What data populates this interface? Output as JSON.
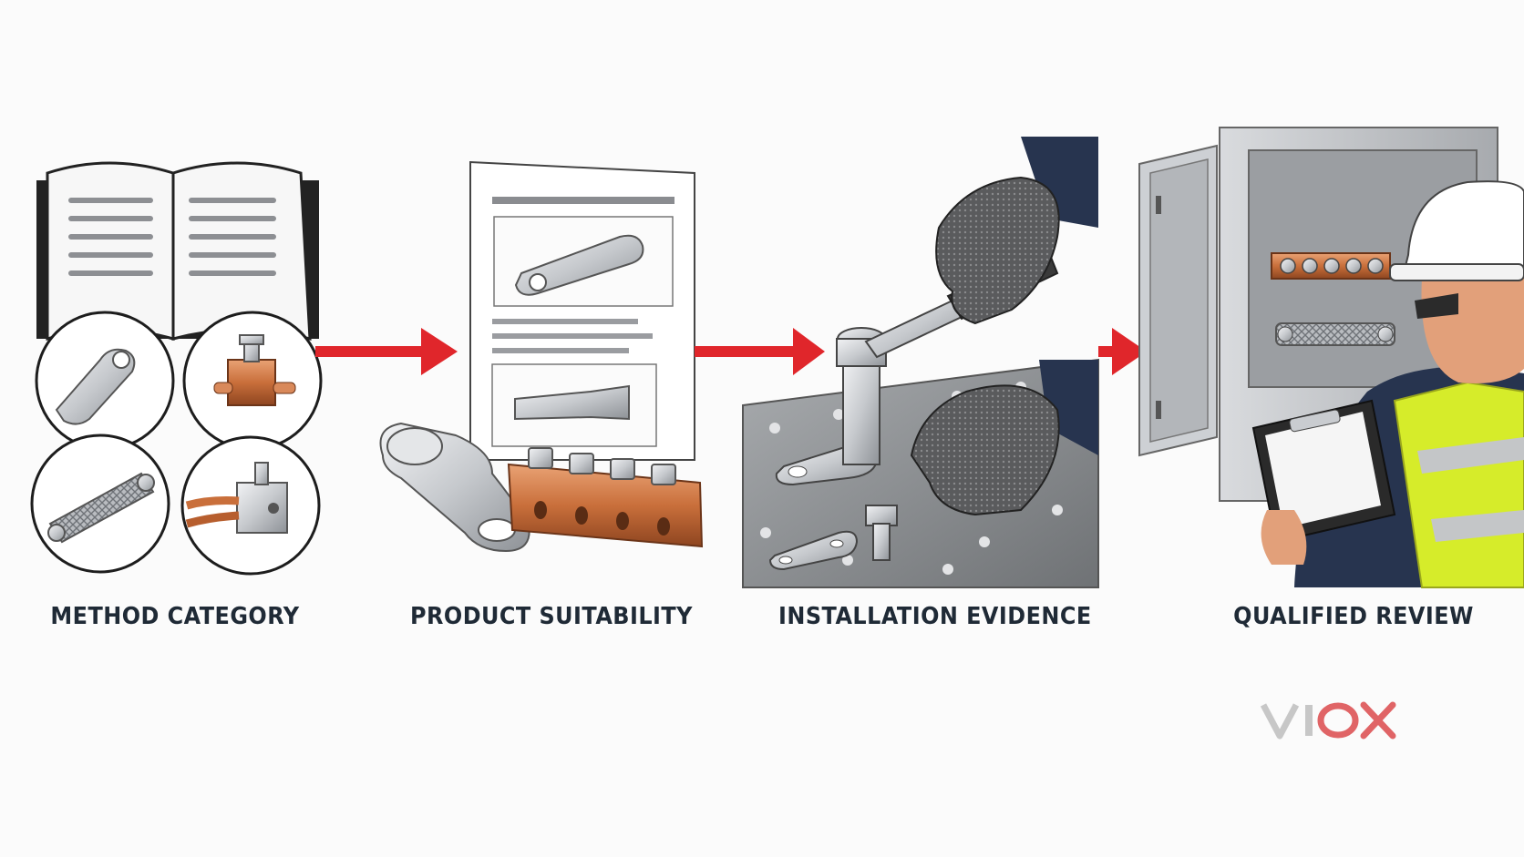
{
  "steps": [
    {
      "label": "METHOD CATEGORY"
    },
    {
      "label": "PRODUCT SUITABILITY"
    },
    {
      "label": "INSTALLATION EVIDENCE"
    },
    {
      "label": "QUALIFIED REVIEW"
    }
  ],
  "brand": {
    "logo_text": "VIOX"
  },
  "colors": {
    "arrow": "#e0262b",
    "label_text": "#1f2a36",
    "copper": "#c96f3b",
    "steel": "#c9ccd0",
    "vest": "#d6ec2a",
    "glove": "#3a3a3a",
    "sleeve": "#27344f",
    "logo_gray": "#c7c7c7",
    "logo_red": "#e06466"
  },
  "icons": {
    "step1": [
      "open-book-icon",
      "cable-lug-icon",
      "split-bolt-clamp-icon",
      "braided-jumper-icon",
      "wire-connector-icon"
    ],
    "step2": [
      "datasheet-icon",
      "lug-diagram-icon",
      "crimp-sleeve-diagram-icon",
      "cable-lug-icon",
      "terminal-block-icon"
    ],
    "step3": [
      "torque-wrench-icon",
      "gloved-hand-icon",
      "bolted-lug-icon",
      "bolt-icon"
    ],
    "step4": [
      "electrical-enclosure-icon",
      "busbar-icon",
      "inspector-icon",
      "clipboard-icon"
    ]
  }
}
